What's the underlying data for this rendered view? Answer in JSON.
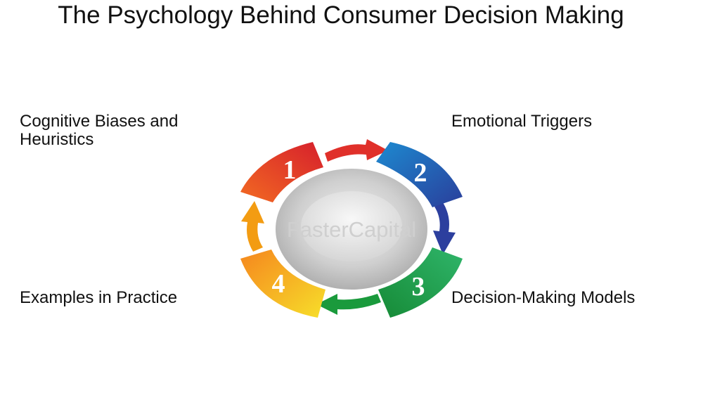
{
  "title": "The Psychology Behind Consumer Decision Making",
  "watermark": "FasterCapital",
  "steps": [
    {
      "number": "1",
      "label": "Cognitive Biases and Heuristics",
      "color": "#e23b2a"
    },
    {
      "number": "2",
      "label": "Emotional Triggers",
      "color": "#1a6fc8"
    },
    {
      "number": "3",
      "label": "Decision-Making Models",
      "color": "#1f9e4a"
    },
    {
      "number": "4",
      "label": "Examples in Practice",
      "color": "#f4a61c"
    }
  ],
  "connector_colors": [
    "#e0302a",
    "#2c3f9e",
    "#1a9a3c",
    "#f39c12"
  ]
}
